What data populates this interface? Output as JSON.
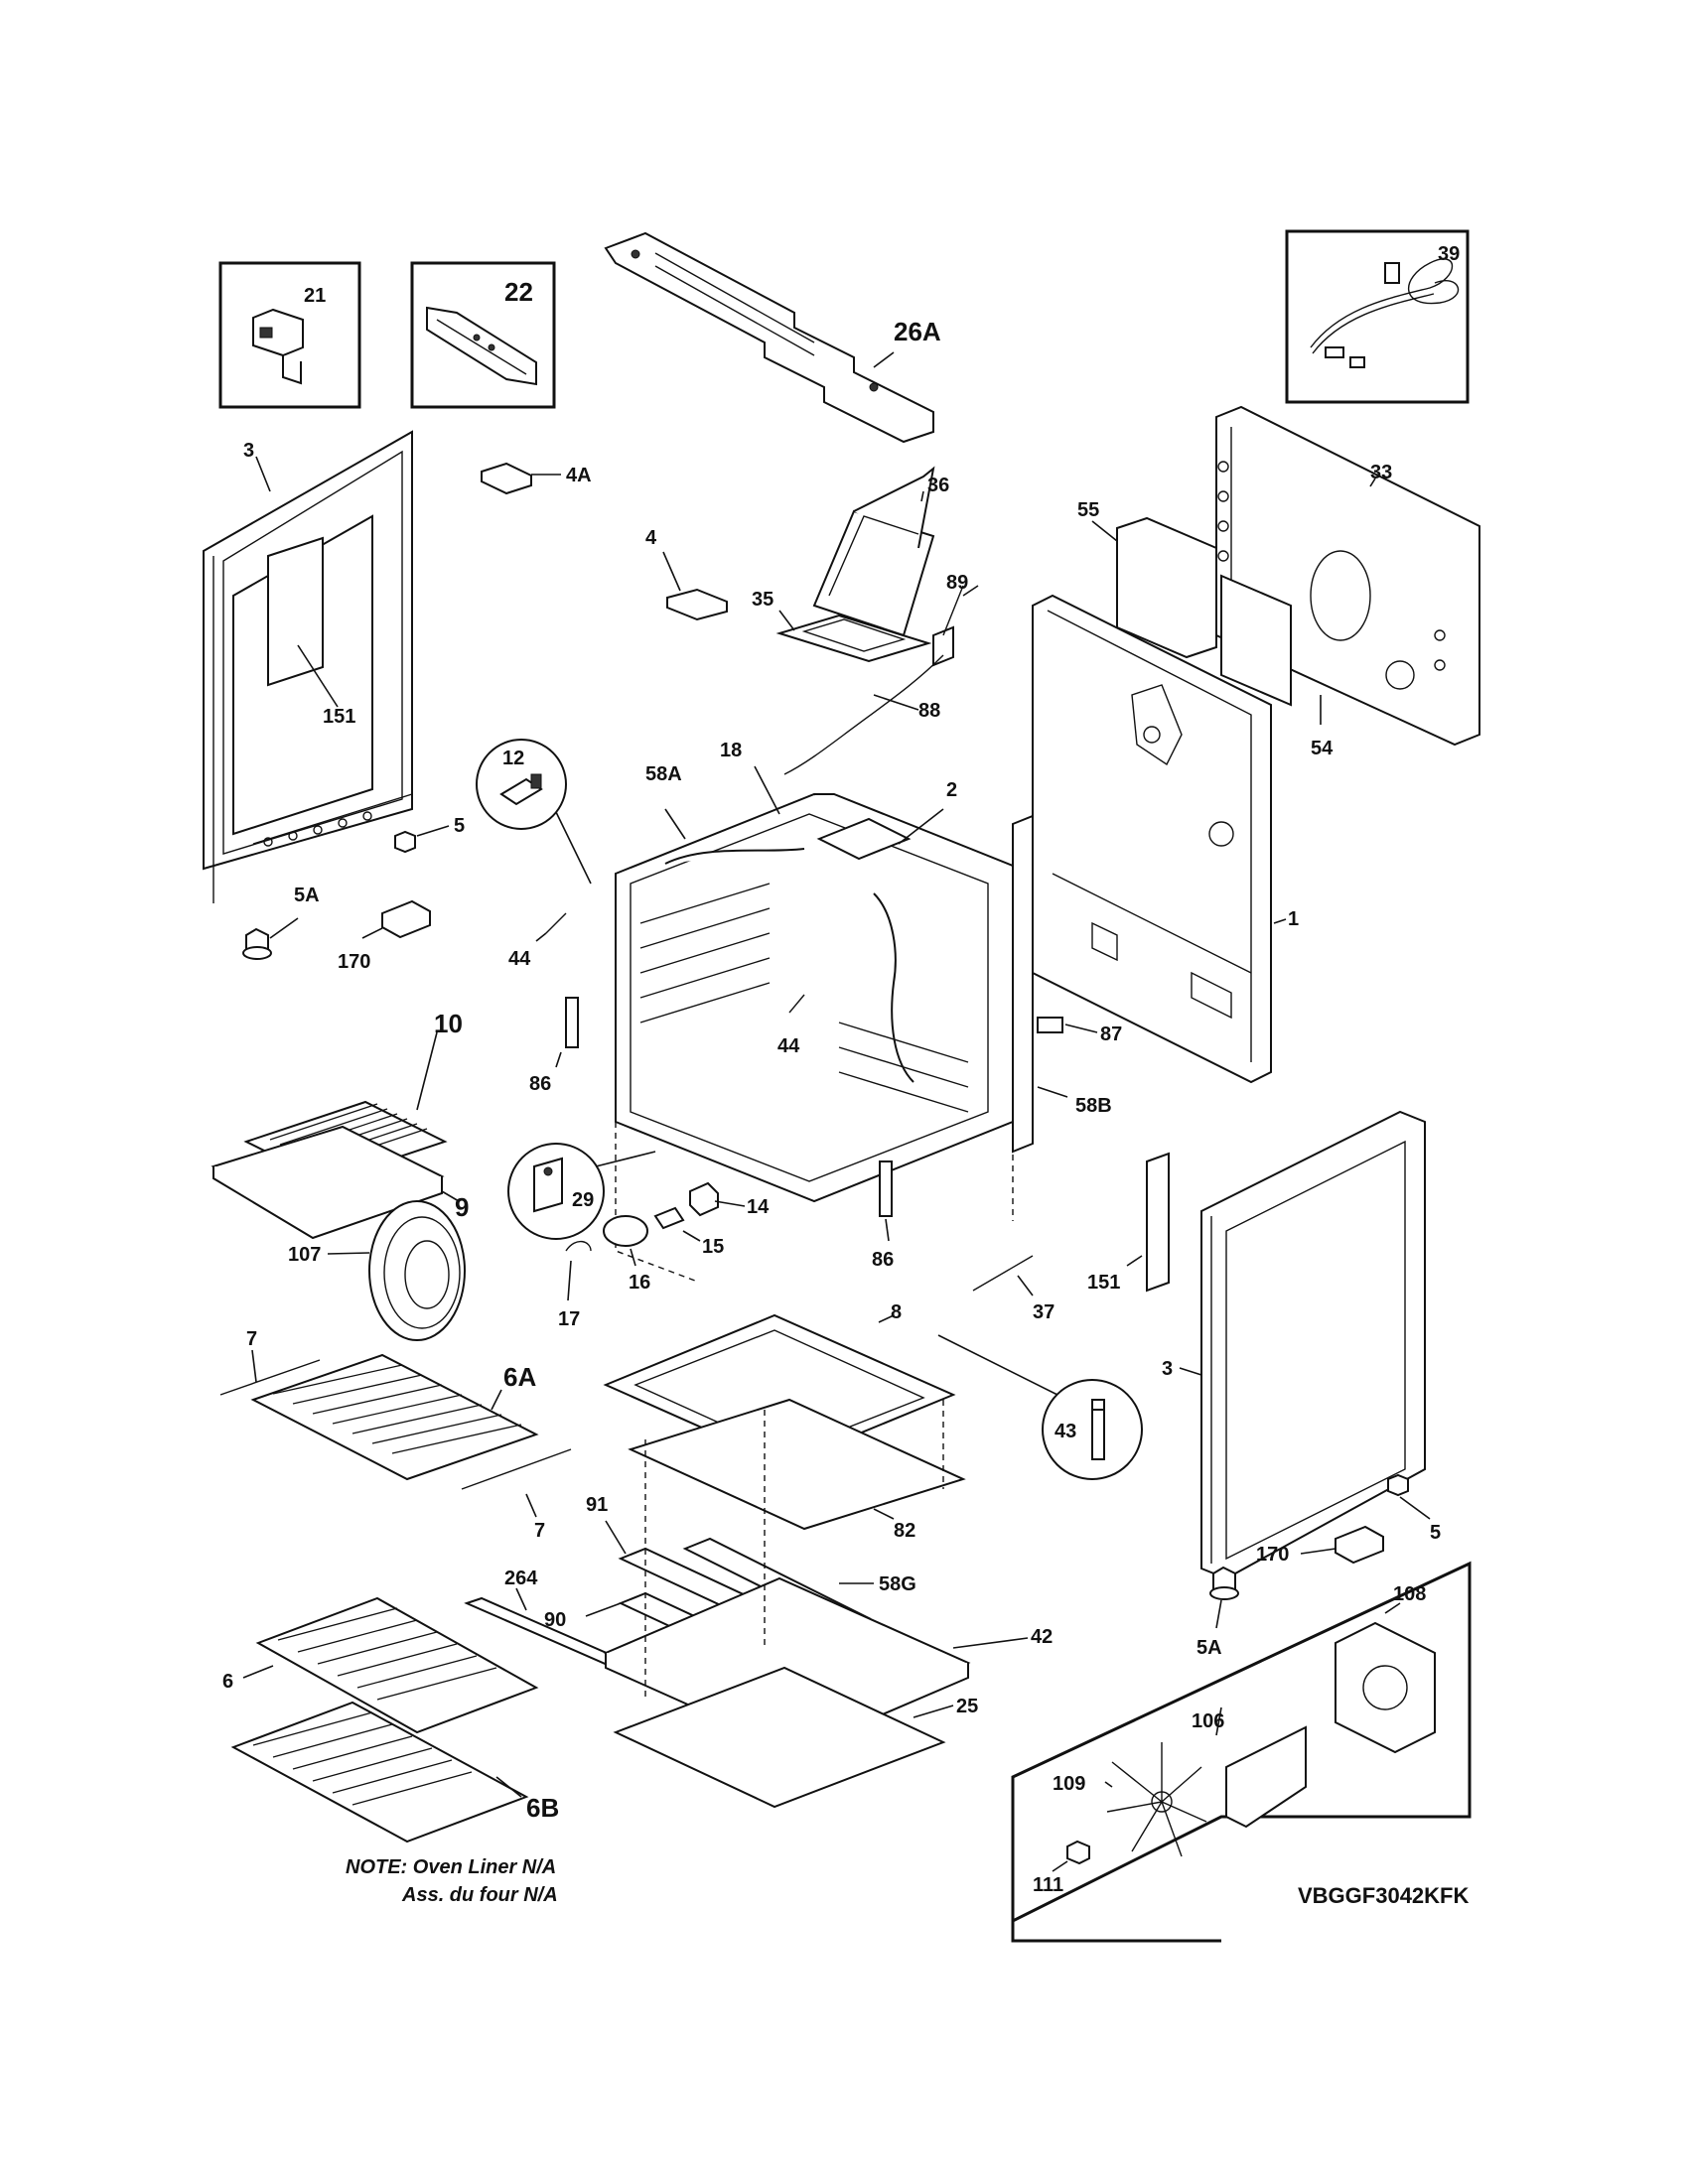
{
  "callouts": {
    "c21": "21",
    "c22": "22",
    "c26A": "26A",
    "c39": "39",
    "c3_left": "3",
    "c4A": "4A",
    "c36": "36",
    "c33": "33",
    "c55": "55",
    "c4": "4",
    "c35": "35",
    "c89": "89",
    "c88": "88",
    "c151_left": "151",
    "c54": "54",
    "c12": "12",
    "c18": "18",
    "c58A": "58A",
    "c2": "2",
    "c5_left": "5",
    "c5A_left": "5A",
    "c44_left": "44",
    "c170_left": "170",
    "c1": "1",
    "c87": "87",
    "c10": "10",
    "c86_left": "86",
    "c44_mid": "44",
    "c58B": "58B",
    "c9": "9",
    "c29": "29",
    "c14": "14",
    "c107": "107",
    "c15": "15",
    "c86_right": "86",
    "c16": "16",
    "c151_right": "151",
    "c37": "37",
    "c17": "17",
    "c7_top": "7",
    "c6A": "6A",
    "c8": "8",
    "c3_right": "3",
    "c43": "43",
    "c7_bottom": "7",
    "c82": "82",
    "c5_right": "5",
    "c91": "91",
    "c170_right": "170",
    "c264": "264",
    "c58G": "58G",
    "c108": "108",
    "c90": "90",
    "c42": "42",
    "c5A_right": "5A",
    "c6": "6",
    "c25": "25",
    "c106": "106",
    "c109": "109",
    "c6B": "6B",
    "c111": "111"
  },
  "note": {
    "line1": "NOTE: Oven Liner N/A",
    "line2": "Ass. du four N/A"
  },
  "model_code": "VBGGF3042KFK"
}
